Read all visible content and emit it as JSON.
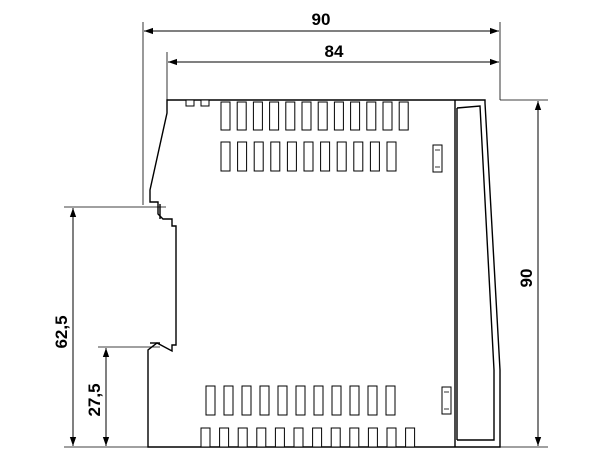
{
  "drawing": {
    "dimensions": {
      "width_overall": "90",
      "width_body": "84",
      "height_overall": "90",
      "height_rail_top": "62,5",
      "height_rail_bottom": "27,5"
    },
    "vent_rows": [
      {
        "name": "top-row-1",
        "count": 12
      },
      {
        "name": "top-row-2",
        "count": 11
      },
      {
        "name": "bottom-row-1",
        "count": 11
      },
      {
        "name": "bottom-row-2",
        "count": 12
      }
    ]
  }
}
